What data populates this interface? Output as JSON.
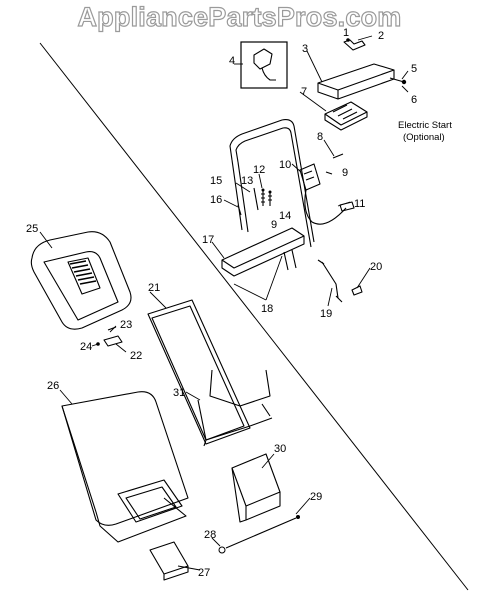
{
  "watermark": "AppliancePartsPros.com",
  "note": {
    "line1": "Electric Start",
    "line2": "(Optional)"
  },
  "callouts": [
    "1",
    "2",
    "3",
    "4",
    "5",
    "6",
    "7",
    "8",
    "9",
    "9",
    "10",
    "11",
    "12",
    "13",
    "14",
    "15",
    "16",
    "17",
    "18",
    "19",
    "20",
    "21",
    "22",
    "23",
    "24",
    "25",
    "26",
    "27",
    "28",
    "29",
    "30",
    "31"
  ]
}
